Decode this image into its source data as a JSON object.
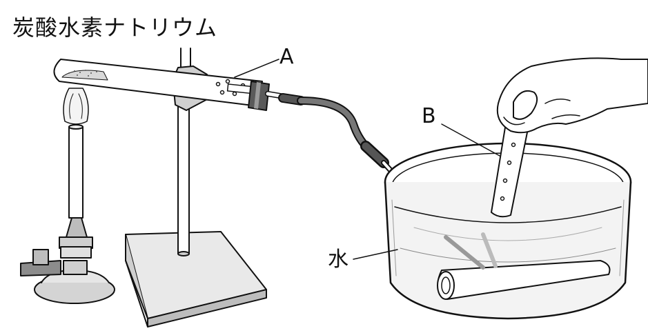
{
  "labels": {
    "substance": "炭酸水素ナトリウム",
    "tube_a": "A",
    "tube_b": "B",
    "water": "水"
  },
  "colors": {
    "line": "#111111",
    "gray_light": "#d9d9d9",
    "gray_mid": "#b5b5b5",
    "gray_dark": "#4a4a4a"
  }
}
